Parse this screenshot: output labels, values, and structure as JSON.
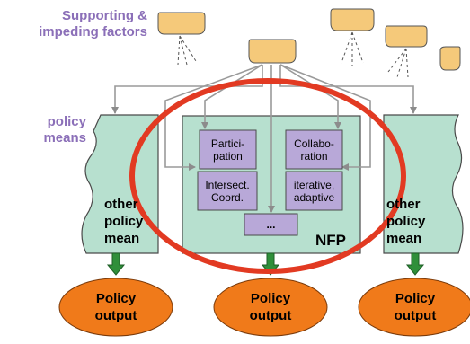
{
  "labels": {
    "factors": "Supporting &\nimpeding factors",
    "policy_means": "policy\nmeans"
  },
  "nfp": {
    "label": "NFP",
    "boxes": [
      "Partici-\npation",
      "Collabo-\nration",
      "Intersect.\nCoord.",
      "iterative,\nadaptive",
      "..."
    ]
  },
  "other_means": {
    "left": "other\npolicy\nmean",
    "right": "other\npolicy\nmean"
  },
  "outputs": [
    "Policy\noutput",
    "Policy\noutput",
    "Policy\noutput"
  ],
  "colors": {
    "label_purple": "#8b6fb8",
    "factor_fill": "#f5c97a",
    "mean_fill": "#b7e0cf",
    "inner_box_fill": "#b8a8d8",
    "output_fill": "#f07a1a",
    "highlight_ring": "#e23a22",
    "connector_arrow": "#2f8f3a",
    "flow_arrow": "#9a9a9a"
  }
}
